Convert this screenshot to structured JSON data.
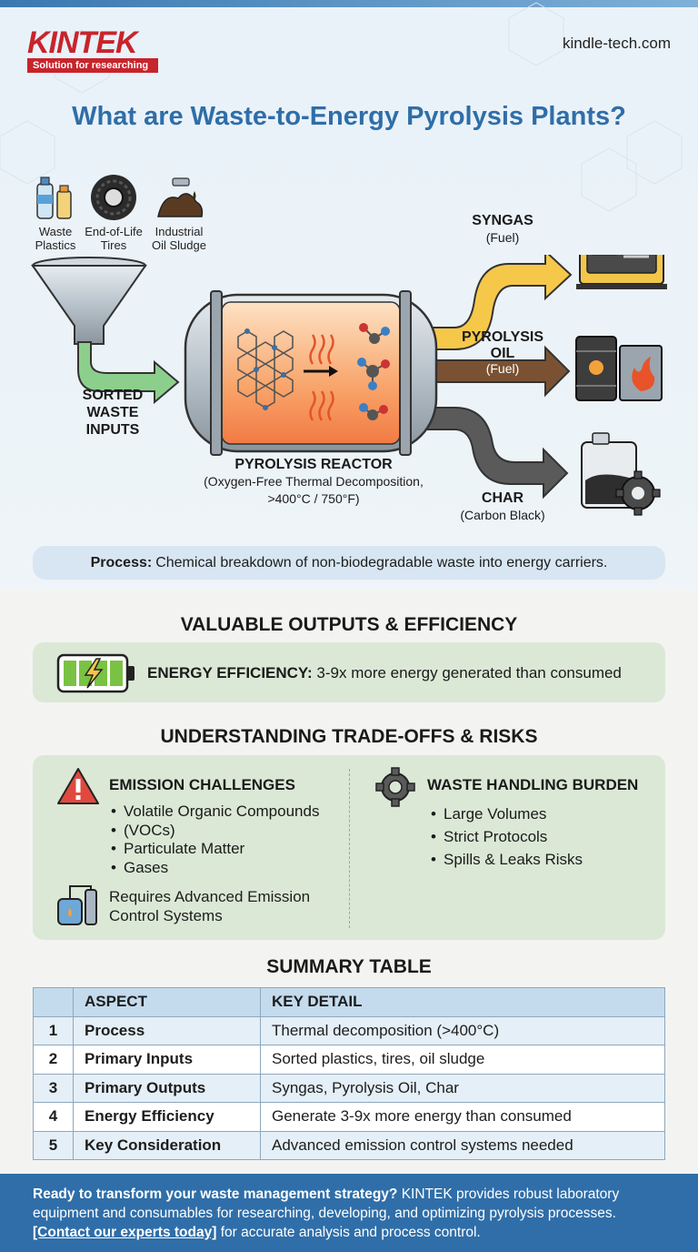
{
  "brand": {
    "logo_text": "KINTEK",
    "tagline": "Solution for researching",
    "website": "kindle-tech.com"
  },
  "title": "What are Waste-to-Energy Pyrolysis Plants?",
  "inputs": [
    {
      "line1": "Waste",
      "line2": "Plastics",
      "icon": "plastic-bottles-icon"
    },
    {
      "line1": "End-of-Life",
      "line2": "Tires",
      "icon": "tire-icon"
    },
    {
      "line1": "Industrial",
      "line2": "Oil Sludge",
      "icon": "oil-sludge-icon"
    }
  ],
  "sorted_label": [
    "SORTED",
    "WASTE",
    "INPUTS"
  ],
  "reactor": {
    "title": "PYROLYSIS REACTOR",
    "sub1": "(Oxygen-Free Thermal Decomposition,",
    "sub2": ">400°C / 750°F)"
  },
  "outputs": {
    "syngas": {
      "name": "SYNGAS",
      "sub": "(Fuel)"
    },
    "oil": {
      "name1": "PYROLYSIS",
      "name2": "OIL",
      "sub": "(Fuel)"
    },
    "char": {
      "name": "CHAR",
      "sub": "(Carbon Black)"
    }
  },
  "process": {
    "label": "Process:",
    "text": "Chemical breakdown of non-biodegradable waste into energy carriers."
  },
  "outputs_section": {
    "heading": "VALUABLE OUTPUTS & EFFICIENCY",
    "eff_label": "ENERGY EFFICIENCY:",
    "eff_text": "3-9x more energy generated than consumed"
  },
  "risks": {
    "heading": "UNDERSTANDING TRADE-OFFS & RISKS",
    "emission": {
      "title": "EMISSION CHALLENGES",
      "items": [
        "Volatile Organic Compounds",
        "(VOCs)",
        "Particulate Matter",
        "Gases"
      ],
      "req1": "Requires Advanced Emission",
      "req2": "Control Systems"
    },
    "handling": {
      "title": "WASTE HANDLING BURDEN",
      "items": [
        "Large Volumes",
        "Strict Protocols",
        "Spills & Leaks Risks"
      ]
    }
  },
  "summary": {
    "heading": "SUMMARY TABLE",
    "headers": [
      "",
      "ASPECT",
      "KEY DETAIL"
    ],
    "rows": [
      {
        "num": "1",
        "aspect": "Process",
        "detail": "Thermal decomposition (>400°C)"
      },
      {
        "num": "2",
        "aspect": "Primary Inputs",
        "detail": "Sorted plastics, tires, oil sludge"
      },
      {
        "num": "3",
        "aspect": "Primary Outputs",
        "detail": "Syngas, Pyrolysis Oil, Char"
      },
      {
        "num": "4",
        "aspect": "Energy Efficiency",
        "detail": "Generate 3-9x more energy than consumed"
      },
      {
        "num": "5",
        "aspect": "Key Consideration",
        "detail": "Advanced emission control systems needed"
      }
    ]
  },
  "footer": {
    "lead": "Ready to transform your waste management strategy?",
    "body1": " KINTEK provides robust laboratory equipment and consumables for researching, developing, and optimizing pyrolysis processes. ",
    "cta": "[Contact our experts today]",
    "body2": " for accurate analysis and process control."
  },
  "colors": {
    "title_blue": "#2f6ea8",
    "brand_red": "#c8242b",
    "syngas_yellow": "#f6c84a",
    "oil_brown": "#7a5233",
    "char_gray": "#5a5a5a",
    "sorted_green": "#8ccf8c",
    "panel_green": "#dbe8d6",
    "panel_blue": "#d7e6f2"
  }
}
